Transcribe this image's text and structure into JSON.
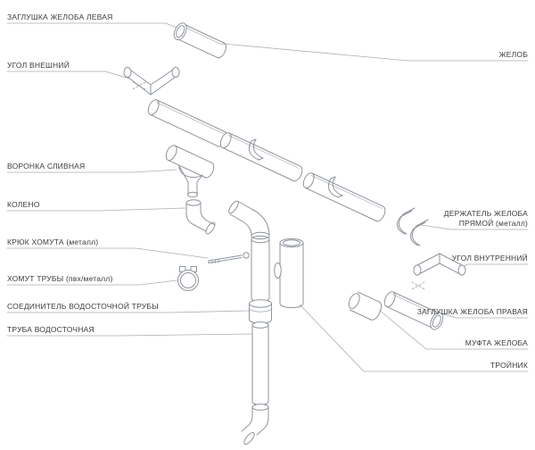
{
  "diagram": {
    "labels_left": [
      "ЗАГЛУШКА ЖЕЛОБА ЛЕВАЯ",
      "УГОЛ ВНЕШНИЙ",
      "ВОРОНКА СЛИВНАЯ",
      "КОЛЕНО",
      "КРЮК ХОМУТА (металл)",
      "ХОМУТ ТРУБЫ (пвх/металл)",
      "СОЕДИНИТЕЛЬ ВОДОСТОЧНОЙ ТРУБЫ",
      "ТРУБА ВОДОСТОЧНАЯ"
    ],
    "labels_right": [
      "ЖЕЛОБ",
      "ДЕРЖАТЕЛЬ ЖЕЛОБА ПРЯМОЙ (металл)",
      "УГОЛ ВНУТРЕННИЙ",
      "ЗАГЛУШКА ЖЕЛОБА ПРАВАЯ",
      "МУФТА ЖЕЛОБА",
      "ТРОЙНИК"
    ],
    "colors": {
      "background": "#ffffff",
      "label_text": "#3c3c3c",
      "leader_line": "#a9aeb4",
      "illustration_stroke": "#8e949c"
    }
  }
}
